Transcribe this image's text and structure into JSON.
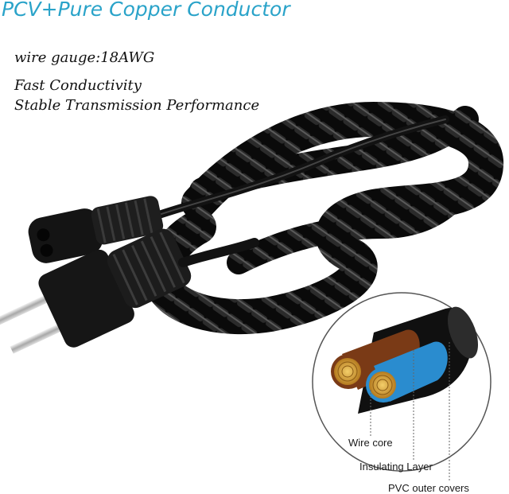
{
  "heading": {
    "title": "PCV+Pure Copper Conductor",
    "spec_line": "wire gauge:18AWG",
    "feature_1": "Fast Conductivity",
    "feature_2": "Stable Transmission Performance"
  },
  "photo": {
    "subject": "black coiled power cord with 2-prong plug and figure-8 connector",
    "cord_color": "#0d0d0d"
  },
  "cable_section": {
    "labels": {
      "core": "Wire core",
      "insulation": "Insulating Layer",
      "outer": "PVC outer covers"
    },
    "colors": {
      "core": "#d9a33a",
      "insulation_brown": "#7a3a16",
      "insulation_blue": "#2a8ccf",
      "outer": "#0f0f0f"
    }
  }
}
